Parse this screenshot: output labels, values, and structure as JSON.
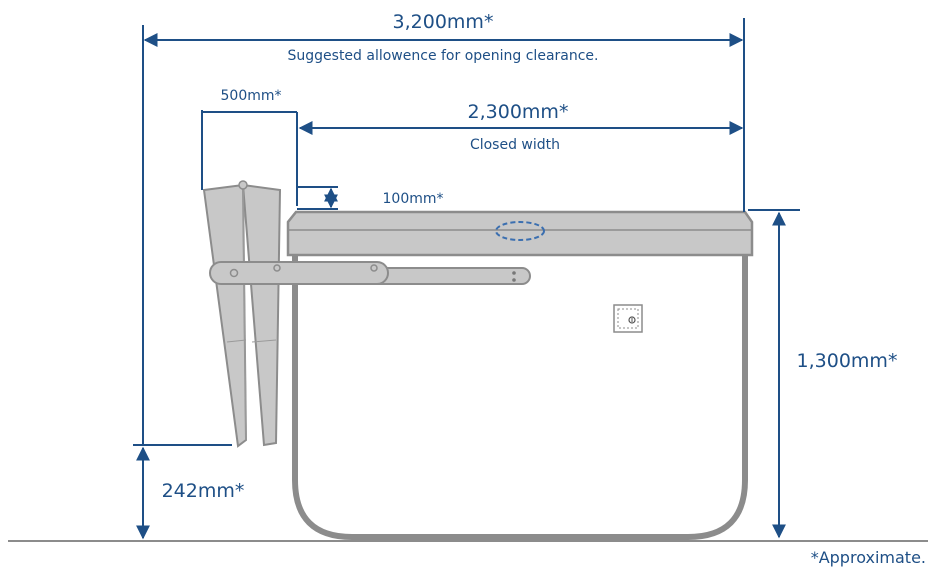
{
  "dimensions": {
    "overall_width": "3,200mm*",
    "overall_caption": "Suggested allowence for opening clearance.",
    "arm_width": "500mm*",
    "closed_width": "2,300mm*",
    "closed_caption": "Closed width",
    "lid_height": "100mm*",
    "total_height": "1,300mm*",
    "ground_clearance": "242mm*"
  },
  "footnote": "*Approximate.",
  "colors": {
    "dimension": "#1e4f86",
    "outline": "#8c8c8c",
    "fill": "#c8c8c8",
    "lid_accent": "#3b6fb0"
  }
}
